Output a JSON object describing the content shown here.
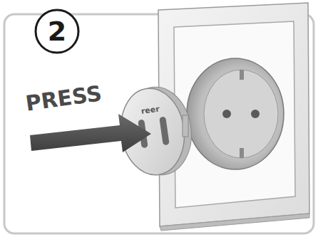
{
  "diagram": {
    "nodes": [
      {
        "text": [
          "2"
        ]
      }
    ],
    "labels": [
      "PRESS",
      "reer"
    ]
  }
}
